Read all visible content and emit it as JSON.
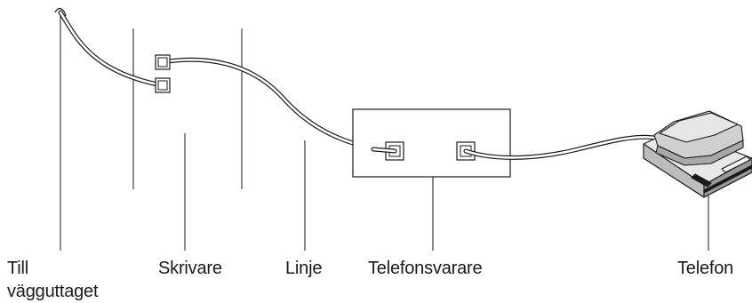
{
  "labels": {
    "wall_line1": "Till",
    "wall_line2": "vägguttaget",
    "printer": "Skrivare",
    "line": "Linje",
    "answering_machine": "Telefonsvarare",
    "phone": "Telefon"
  }
}
